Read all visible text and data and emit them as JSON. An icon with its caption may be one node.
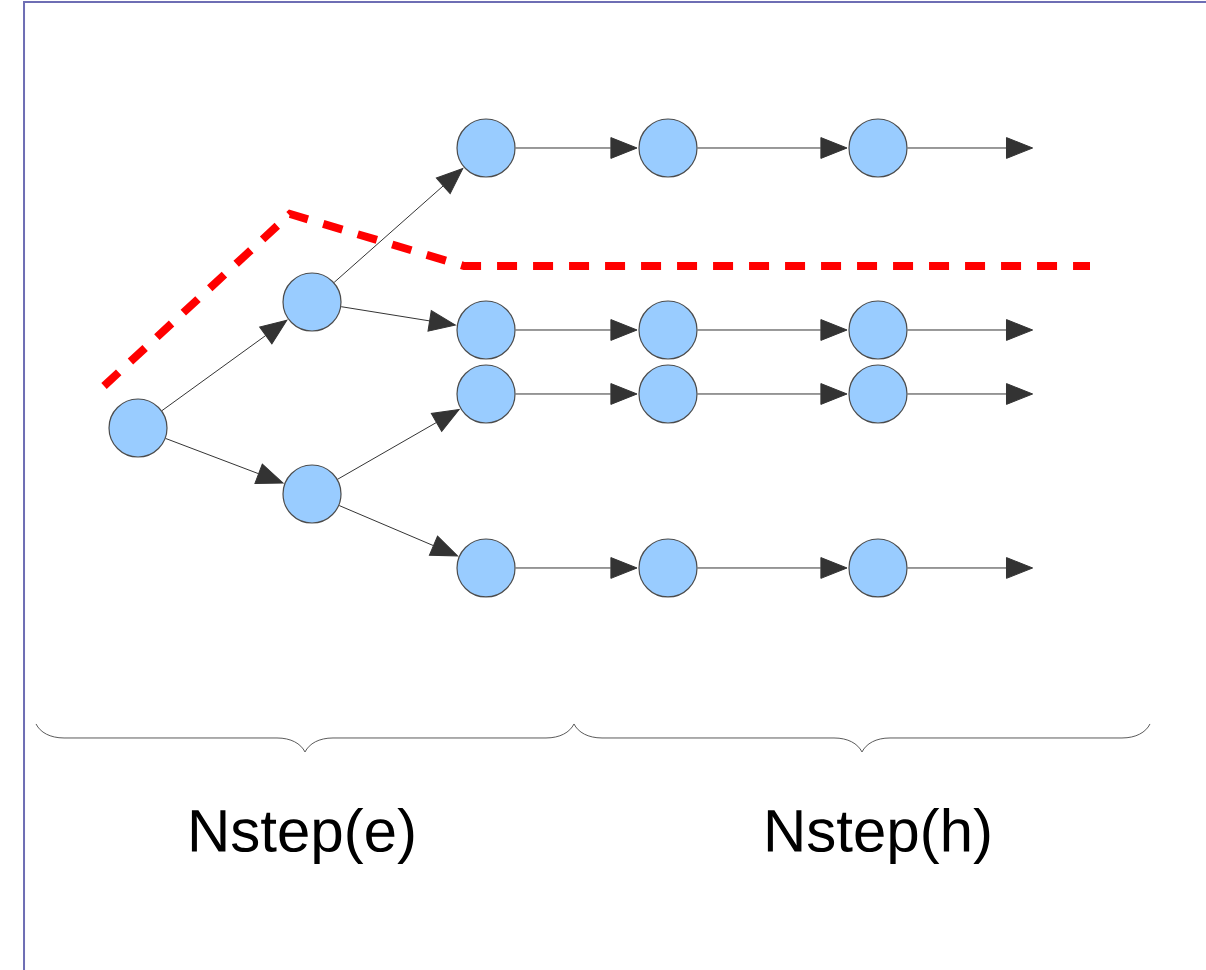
{
  "diagram": {
    "nodes": [
      {
        "text": [],
        "shape": "circle"
      },
      {
        "text": [],
        "shape": "circle"
      },
      {
        "text": [],
        "shape": "circle"
      },
      {
        "text": [],
        "shape": "circle"
      },
      {
        "text": [],
        "shape": "circle"
      },
      {
        "text": [],
        "shape": "circle"
      },
      {
        "text": [],
        "shape": "circle"
      },
      {
        "text": [],
        "shape": "circle"
      },
      {
        "text": [],
        "shape": "circle"
      },
      {
        "text": [],
        "shape": "circle"
      },
      {
        "text": [],
        "shape": "circle"
      },
      {
        "text": [],
        "shape": "circle"
      },
      {
        "text": [],
        "shape": "circle"
      },
      {
        "text": [],
        "shape": "circle"
      },
      {
        "text": [],
        "shape": "circle"
      }
    ],
    "edges": [
      {
        "from": 0,
        "to": 1,
        "arrow": "to"
      },
      {
        "from": 0,
        "to": 2,
        "arrow": "to"
      },
      {
        "from": 1,
        "to": 3,
        "arrow": "to"
      },
      {
        "from": 1,
        "to": 4,
        "arrow": "to"
      },
      {
        "from": 2,
        "to": 5,
        "arrow": "to"
      },
      {
        "from": 2,
        "to": 6,
        "arrow": "to"
      },
      {
        "from": 3,
        "to": 7,
        "arrow": "to"
      },
      {
        "from": 4,
        "to": 8,
        "arrow": "to"
      },
      {
        "from": 5,
        "to": 9,
        "arrow": "to"
      },
      {
        "from": 6,
        "to": 10,
        "arrow": "to"
      },
      {
        "from": 7,
        "to": 11,
        "arrow": "to"
      },
      {
        "from": 8,
        "to": 12,
        "arrow": "to"
      },
      {
        "from": 9,
        "to": 13,
        "arrow": "to"
      },
      {
        "from": 10,
        "to": 14,
        "arrow": "to"
      },
      {
        "from": 11,
        "to": null,
        "arrow": "to"
      },
      {
        "from": 12,
        "to": null,
        "arrow": "to"
      },
      {
        "from": 13,
        "to": null,
        "arrow": "to"
      },
      {
        "from": 14,
        "to": null,
        "arrow": "to"
      }
    ],
    "labels": [
      "Nstep(e)",
      "Nstep(h)"
    ]
  }
}
